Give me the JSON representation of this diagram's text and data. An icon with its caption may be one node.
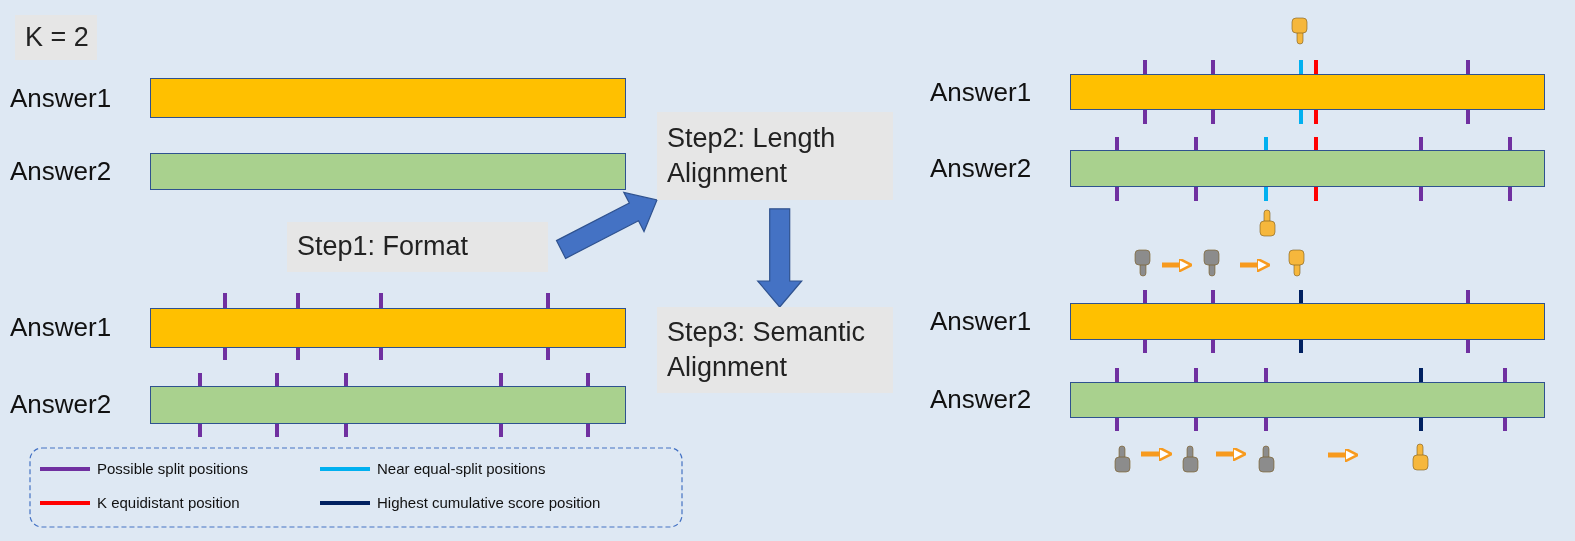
{
  "diagram": {
    "nodes": [
      {
        "text": [
          "K = 2"
        ]
      },
      {
        "text": [
          "Step1: Format"
        ]
      },
      {
        "text": [
          "Step2:  Length Alignment"
        ]
      },
      {
        "text": [
          "Step3: Semantic Alignment"
        ]
      },
      {
        "text": [],
        "shape": "bar",
        "beside": [
          "Answer1"
        ]
      },
      {
        "text": [],
        "shape": "bar",
        "beside": [
          "Answer2"
        ]
      },
      {
        "text": [],
        "shape": "bar",
        "beside": [
          "Answer1"
        ]
      },
      {
        "text": [],
        "shape": "bar",
        "beside": [
          "Answer2"
        ]
      },
      {
        "text": [],
        "shape": "bar",
        "beside": [
          "Answer1"
        ]
      },
      {
        "text": [],
        "shape": "bar",
        "beside": [
          "Answer2"
        ]
      },
      {
        "text": [],
        "shape": "bar",
        "beside": [
          "Answer1"
        ]
      },
      {
        "text": [],
        "shape": "bar",
        "beside": [
          "Answer2"
        ]
      }
    ],
    "edges": [
      {
        "from": 1,
        "to": 2,
        "arrow": "to"
      },
      {
        "from": 2,
        "to": 3,
        "arrow": "to"
      }
    ],
    "legend": [
      {
        "text": "Possible split positions",
        "color": "#7030a0"
      },
      {
        "text": "Near equal-split positions",
        "color": "#00b0f0"
      },
      {
        "text": "K equidistant position",
        "color": "#ff0000"
      },
      {
        "text": "Highest cumulative score position",
        "color": "#002060"
      }
    ]
  }
}
